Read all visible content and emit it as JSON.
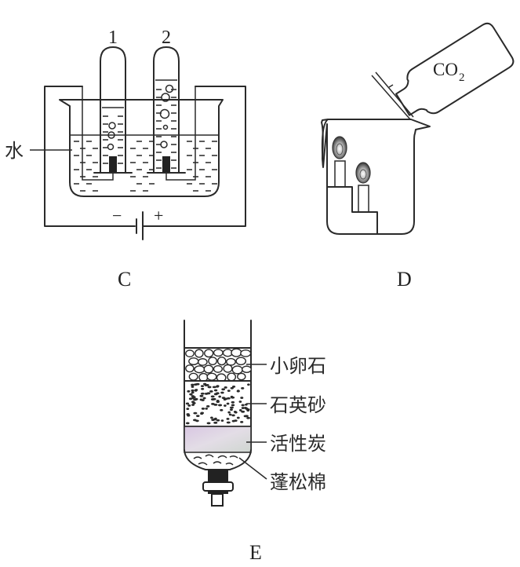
{
  "figure_c": {
    "caption": "C",
    "tube_labels": [
      "1",
      "2"
    ],
    "water_label": "水",
    "battery_negative": "−",
    "battery_positive": "+"
  },
  "figure_d": {
    "caption": "D",
    "bottle_label_main": "CO",
    "bottle_label_sub": "2"
  },
  "figure_e": {
    "caption": "E",
    "layers": [
      {
        "label": "小卵石"
      },
      {
        "label": "石英砂"
      },
      {
        "label": "活性炭"
      },
      {
        "label": "蓬松棉"
      }
    ]
  },
  "colors": {
    "ink": "#2a2a2a",
    "carbon_fill": "#d9cfe0"
  }
}
